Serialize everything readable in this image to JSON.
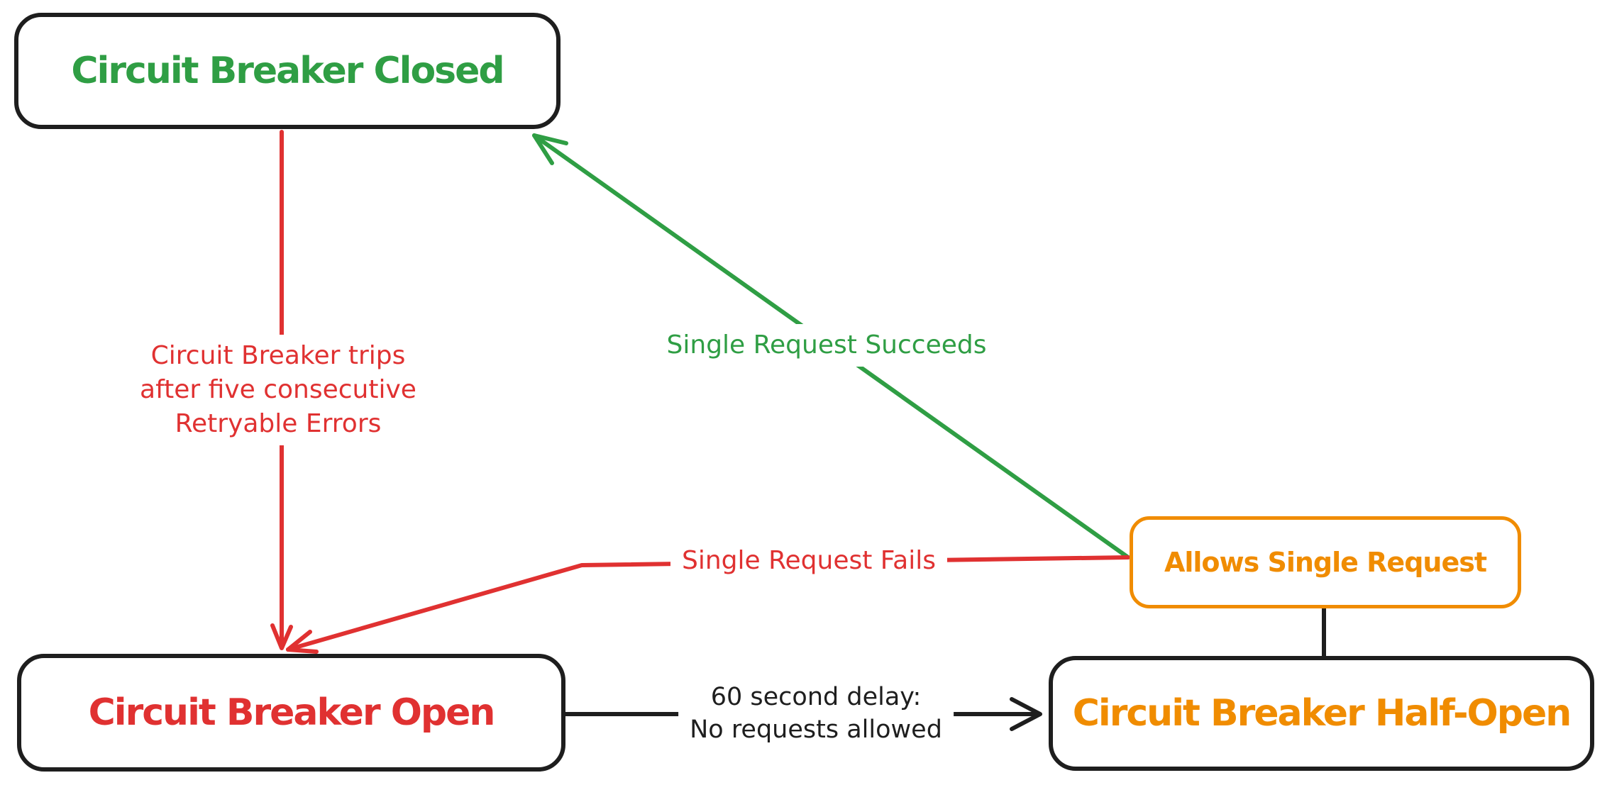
{
  "colors": {
    "black": "#1e1e1e",
    "red": "#e03131",
    "green": "#2f9e44",
    "orange": "#f08c00",
    "bg": "#ffffff"
  },
  "nodes": {
    "closed": {
      "label": "Circuit Breaker Closed"
    },
    "open": {
      "label": "Circuit Breaker Open"
    },
    "half_open": {
      "label": "Circuit Breaker Half-Open"
    },
    "allows": {
      "label": "Allows Single Request"
    }
  },
  "edges": {
    "trips": {
      "label_line1": "Circuit Breaker trips",
      "label_line2": "after five consecutive",
      "label_line3": "Retryable Errors"
    },
    "succeeds": {
      "label": "Single Request Succeeds"
    },
    "fails": {
      "label": "Single Request Fails"
    },
    "delay": {
      "label_line1": "60 second delay:",
      "label_line2": "No requests allowed"
    }
  }
}
